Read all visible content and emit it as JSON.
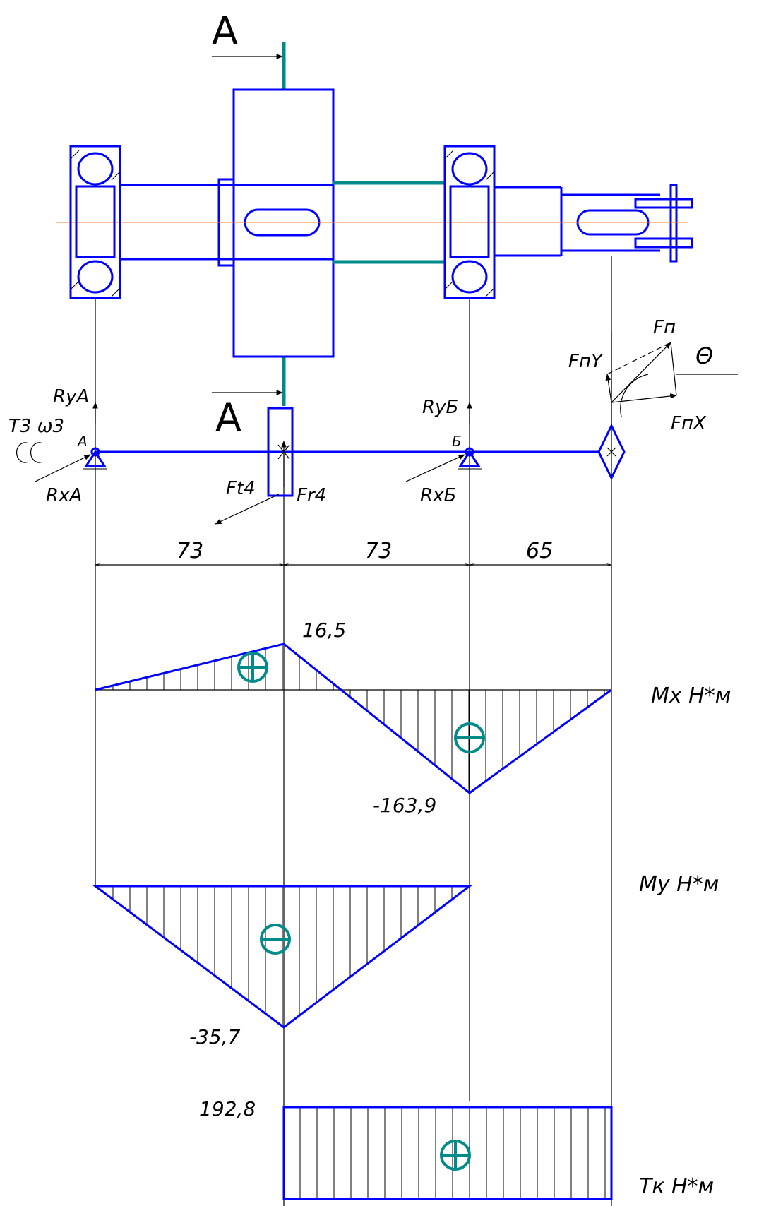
{
  "sections": {
    "top": "A",
    "bottom": "A"
  },
  "supports": {
    "left": "A",
    "right": "Б"
  },
  "forces": {
    "RyA": "RyA",
    "RxA": "RxA",
    "RyB": "RyБ",
    "RxB": "RxБ",
    "Ft4": "Ft4",
    "Fr4": "Fr4",
    "Fp": "Fп",
    "FpY": "FпY",
    "FpX": "FпX",
    "theta": "Θ",
    "torque": "T3 ω3"
  },
  "dimensions": [
    "73",
    "73",
    "65"
  ],
  "diagrams": {
    "mx": {
      "label": "Mx H*м",
      "max": "16,5",
      "min": "-163,9"
    },
    "my": {
      "label": "My H*м",
      "min": "-35,7"
    },
    "tk": {
      "label": "Tк H*м",
      "value": "192,8"
    }
  },
  "colors": {
    "main": "#0000ff",
    "accent": "#008b8b",
    "axis": "#ff7f27"
  }
}
